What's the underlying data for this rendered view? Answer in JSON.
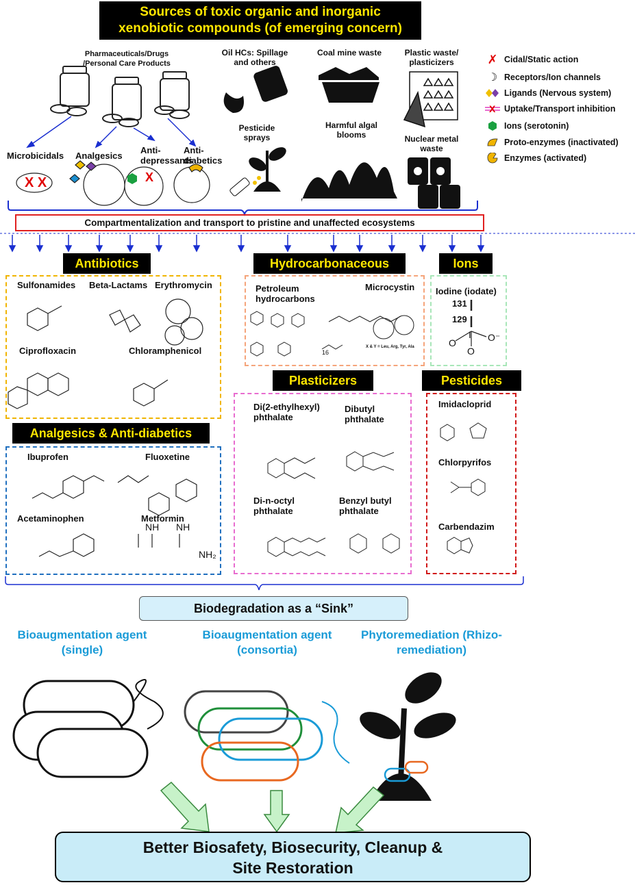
{
  "title": {
    "line1": "Sources of toxic organic and inorganic",
    "line2": "xenobiotic compounds (of emerging concern)"
  },
  "sources": {
    "pharma": "Pharmaceuticals/Drugs /Personal Care Products",
    "oil": "Oil HCs: Spillage and others",
    "coal": "Coal mine waste",
    "plastic": "Plastic waste/ plasticizers",
    "pesticide": "Pesticide sprays",
    "algal": "Harmful algal blooms",
    "nuclear": "Nuclear metal waste"
  },
  "drug_classes": {
    "microbicidals": "Microbicidals",
    "analgesics": "Analgesics",
    "antidep": "Anti- depressants",
    "antidiab": "Anti- diabetics"
  },
  "legend": [
    {
      "icon": "red-x-icon",
      "label": "Cidal/Static action"
    },
    {
      "icon": "crescent-icon",
      "label": "Receptors/Ion channels"
    },
    {
      "icon": "diamond-icon",
      "label": "Ligands (Nervous system)"
    },
    {
      "icon": "crossed-arrows-icon",
      "label": "Uptake/Transport inhibition"
    },
    {
      "icon": "hexagon-icon",
      "label": "Ions (serotonin)"
    },
    {
      "icon": "proto-enzyme-icon",
      "label": "Proto-enzymes (inactivated)"
    },
    {
      "icon": "enzyme-icon",
      "label": "Enzymes (activated)"
    }
  ],
  "compartment_text": "Compartmentalization and transport to pristine and unaffected ecosystems",
  "antibiotics": {
    "header": "Antibiotics",
    "items": [
      "Sulfonamides",
      "Beta-Lactams",
      "Erythromycin",
      "Ciprofloxacin",
      "Chloramphenicol"
    ]
  },
  "hydrocarb": {
    "header": "Hydrocarbonaceous",
    "petroleum": "Petroleum hydrocarbons",
    "microcystin": "Microcystin",
    "xy_note": "X & Y = Leu, Arg, Tyr, Ala",
    "subscript": "16"
  },
  "ions": {
    "header": "Ions",
    "iodine": "Iodine (iodate)",
    "i131": "131",
    "i129": "129"
  },
  "analgesics": {
    "header": "Analgesics & Anti-diabetics",
    "items": [
      "Ibuprofen",
      "Fluoxetine",
      "Acetaminophen",
      "Metformin"
    ]
  },
  "plasticizers": {
    "header": "Plasticizers",
    "items": [
      "Di(2-ethylhexyl) phthalate",
      "Dibutyl phthalate",
      "Di-n-octyl phthalate",
      "Benzyl butyl phthalate"
    ]
  },
  "pesticides": {
    "header": "Pesticides",
    "items": [
      "Imidacloprid",
      "Chlorpyrifos",
      "Carbendazim"
    ]
  },
  "sink": "Biodegradation as a “Sink”",
  "bio": {
    "single": "Bioaugmentation agent (single)",
    "consortia": "Bioaugmentation agent (consortia)",
    "phyto": "Phytoremediation (Rhizo-remediation)"
  },
  "final": {
    "line1": "Better Biosafety, Biosecurity, Cleanup &",
    "line2": "Site Restoration"
  },
  "colors": {
    "antibiotics": "#f0b400",
    "hydro": "#f5a47a",
    "ions": "#a8e6b8",
    "analg": "#1f6fbf",
    "plast": "#e86ccf",
    "pest": "#d01818",
    "arrows": "#1a2fd0",
    "bio_text": "#1a9bd7"
  }
}
